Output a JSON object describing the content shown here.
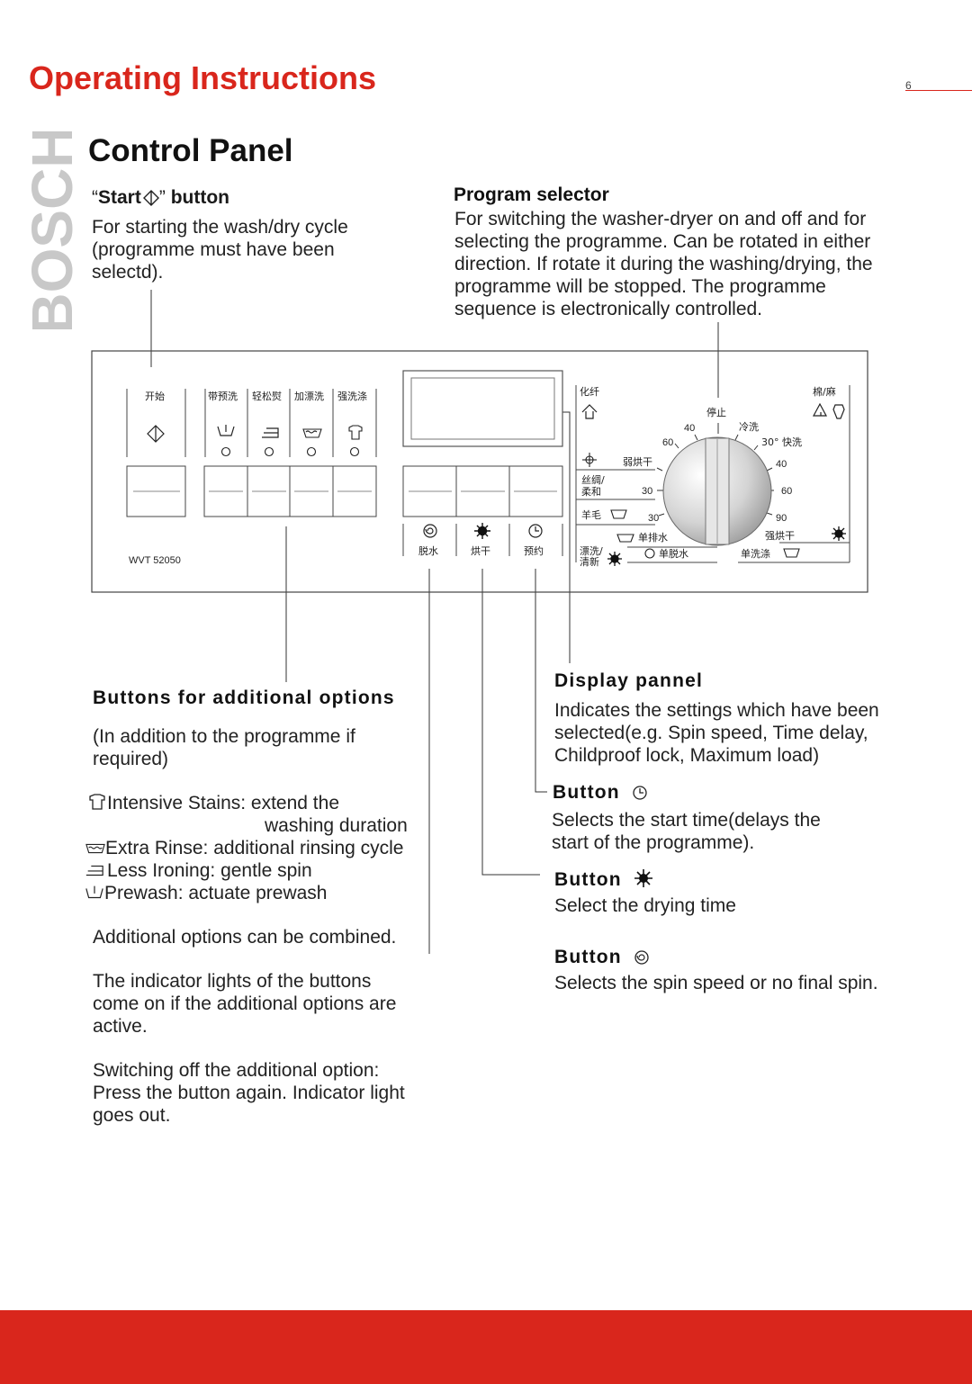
{
  "header": {
    "title": "Operating Instructions",
    "page_number": "6"
  },
  "brand": {
    "logo_text": "BOSCH"
  },
  "section_title": "Control Panel",
  "start_button": {
    "quote_open": "“",
    "label": "Start",
    "quote_close": "”",
    "suffix": "button",
    "description": "For starting the wash/dry cycle (programme must have been selectd)."
  },
  "program_selector": {
    "title": "Program selector",
    "description": "For switching the washer-dryer on and off and for selecting the programme. Can be rotated in either direction. If rotate it during the washing/drying, the programme will be stopped. The programme sequence is electronically controlled."
  },
  "panel": {
    "model": "WVT 52050",
    "start_label": "开始",
    "option_labels": [
      "带预洗",
      "轻松熨",
      "加漂洗",
      "强洗涤"
    ],
    "function_labels": [
      "脱水",
      "烘干",
      "预约"
    ],
    "dial": {
      "left_top": "化纤",
      "right_top": "棉/麻",
      "top": "停止",
      "cold": "冷洗",
      "quick": "30° 快洗",
      "weak_dry": "弱烘干",
      "silk_soft": "丝绸/",
      "silk_soft2": "柔和",
      "wool": "羊毛",
      "drain": "单排水",
      "rinse": "漂洗/",
      "rinse2": "清新",
      "spin_only": "单脱水",
      "wash_only": "单洗涤",
      "strong_dry": "强烘干",
      "temps": [
        "40",
        "60",
        "30",
        "30",
        "40",
        "60",
        "90"
      ]
    }
  },
  "additional_options": {
    "title": "Buttons for additional options",
    "intro": "(In addition to the programme if required)",
    "items": [
      {
        "icon": "shirt-icon",
        "text": "Intensive Stains: extend the",
        "text2": "washing duration"
      },
      {
        "icon": "basin-waves-icon",
        "text": "Extra Rinse: additional rinsing cycle"
      },
      {
        "icon": "iron-icon",
        "text": "Less Ironing: gentle spin"
      },
      {
        "icon": "prewash-tub-icon",
        "text": "Prewash: actuate prewash"
      }
    ],
    "combine": "Additional options can be combined.",
    "indicator": "The indicator lights of the buttons come on if the additional options are active.",
    "switch_off": "Switching off the additional option: Press the button again. Indicator light goes out."
  },
  "display_panel": {
    "title": "Display pannel",
    "description": "Indicates the settings which have been selected(e.g. Spin speed, Time delay, Childproof lock, Maximum load)"
  },
  "button_clock": {
    "title": "Button",
    "icon": "clock-icon",
    "description": "Selects the start time(delays the start of the programme)."
  },
  "button_sun": {
    "title": "Button",
    "icon": "sun-icon",
    "description": "Select the drying time"
  },
  "button_spin": {
    "title": "Button",
    "icon": "spin-icon",
    "description": "Selects the spin speed or no final spin."
  },
  "colors": {
    "brand_red": "#d9261c",
    "logo_gray": "#c8c8c8"
  }
}
